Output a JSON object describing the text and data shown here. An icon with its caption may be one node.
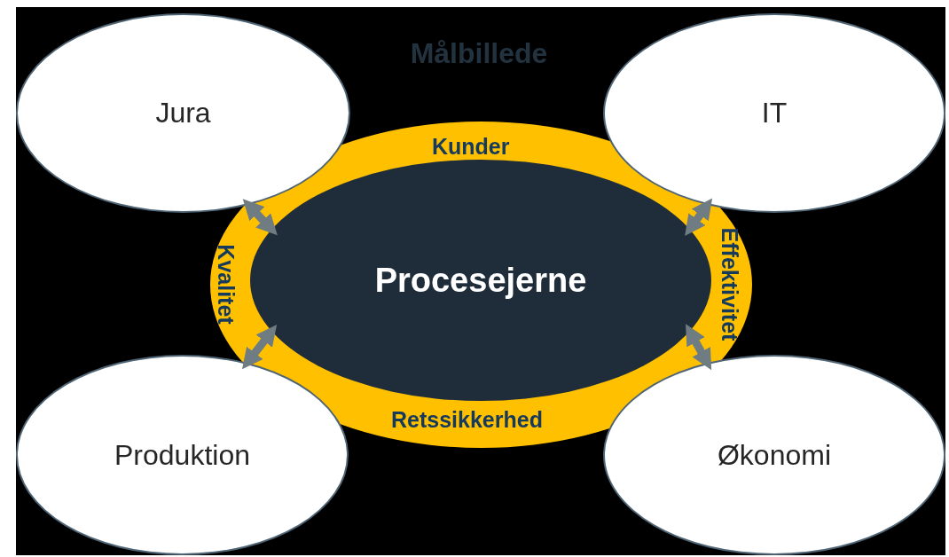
{
  "diagram": {
    "title": "Målbillede",
    "nodes": [
      {
        "text": [
          "Kunder",
          "Kvalitet",
          "Effektivitet",
          "Retssikkerhed"
        ]
      },
      {
        "text": [
          "Procesejerne"
        ],
        "in": 0
      },
      {
        "text": [
          "Jura"
        ]
      },
      {
        "text": [
          "IT"
        ]
      },
      {
        "text": [
          "Produktion"
        ]
      },
      {
        "text": [
          "Økonomi"
        ]
      }
    ],
    "edges": [
      {
        "from": 1,
        "to": 2,
        "arrow": "both"
      },
      {
        "from": 1,
        "to": 3,
        "arrow": "both"
      },
      {
        "from": 1,
        "to": 4,
        "arrow": "both"
      },
      {
        "from": 1,
        "to": 5,
        "arrow": "both"
      }
    ]
  }
}
